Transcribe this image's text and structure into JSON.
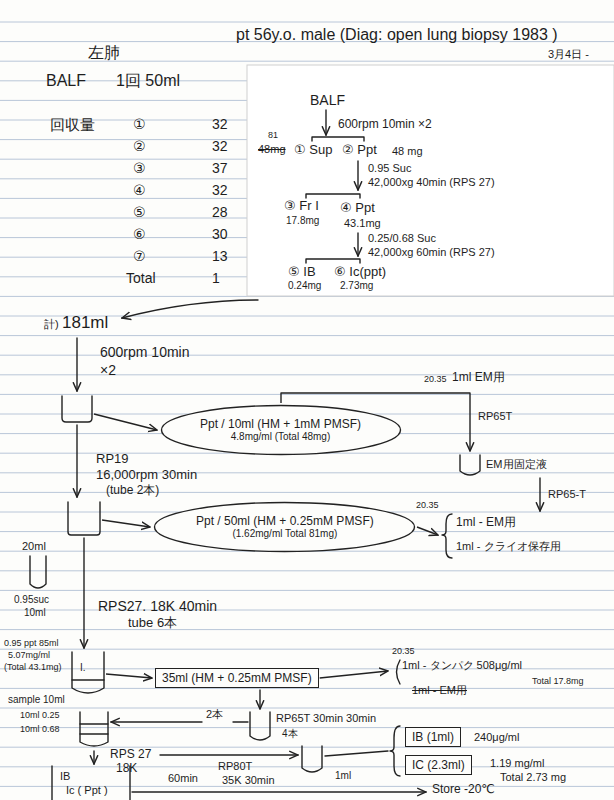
{
  "diagram": {
    "nodes": [
      {
        "text": [
          "Ppt / 10ml (HM + 1mM PMSF)",
          "4.8mg/ml (Total 48mg)"
        ]
      },
      {
        "text": [
          "Ppt / 50ml (HM + 0.25mM PMSF)",
          "(1.62mg/ml Total 81mg)"
        ]
      },
      {
        "text": [
          "35ml (HM + 0.25mM PMSF)"
        ]
      },
      {
        "text": [
          "IB (1ml)"
        ]
      },
      {
        "text": [
          "IC (2.3ml)"
        ]
      }
    ],
    "labels": [
      "pt 56y.o. male (Diag: open lung biopsy 1983 )",
      "3月4日 -",
      "左肺",
      "BALF",
      "1回 50ml",
      "回収量",
      "①",
      "32",
      "②",
      "32",
      "③",
      "37",
      "④",
      "32",
      "⑤",
      "28",
      "⑥",
      "30",
      "⑦",
      "13",
      "Total",
      "1",
      "BALF",
      "600rpm 10min ×2",
      "81",
      "48mg",
      "① Sup",
      "② Ppt",
      "48 mg",
      "0.95 Suc",
      "42,000xg 40min (RPS 27)",
      "③ Fr I",
      "17.8mg",
      "④ Ppt",
      "43.1mg",
      "0.25/0.68 Suc",
      "42,000xg 60min (RPS 27)",
      "⑤ IB",
      "0.24mg",
      "⑥ Ic(ppt)",
      "2.73mg",
      "計)",
      "181ml",
      "600rpm 10min",
      "×2",
      "20.35",
      "1ml EM用",
      "RP65T",
      "EM用固定液",
      "RP65-T",
      "20.35",
      "1ml - EM用",
      "1ml - クライオ保存用",
      "RP19",
      "16,000rpm 30min",
      "(tube 2本)",
      "20ml",
      "0.95suc",
      "10ml",
      "RPS27. 18K 40min",
      "tube 6本",
      "0.95 ppt 85ml",
      "5.07mg/ml",
      "(Total 43.1mg)",
      "I.",
      "20.35",
      "1ml - タンパク 508μg/ml",
      "Total 17.8mg",
      "1ml - EM用",
      "RP65T 30min 30min",
      "4本",
      "sample 10ml",
      "10ml 0.25",
      "10ml 0.68",
      "2本",
      "RPS 27",
      "18K",
      "60min",
      "IB",
      "Ic ( Ppt )",
      "RP80T",
      "35K 30min",
      "1ml",
      "240μg/ml",
      "1.19 mg/ml",
      "Total 2.73 mg",
      "Store -20℃"
    ]
  }
}
